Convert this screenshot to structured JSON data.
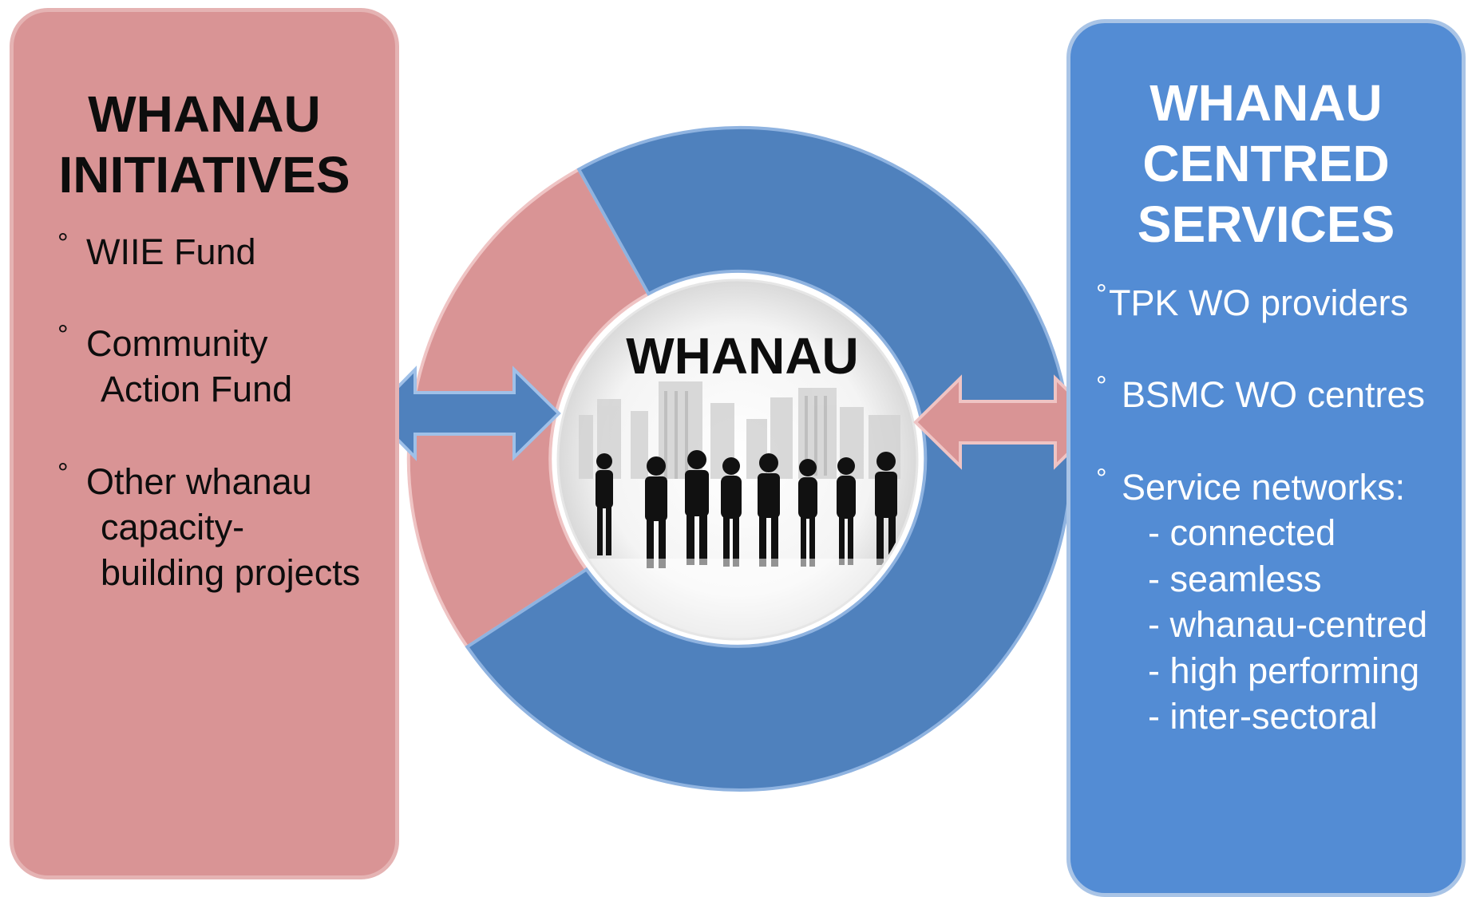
{
  "left_panel": {
    "title_lines": [
      "WHANAU",
      "INITIATIVES"
    ],
    "items": [
      {
        "lines": [
          "WIIE Fund"
        ]
      },
      {
        "lines": [
          "Community",
          "Action Fund"
        ]
      },
      {
        "lines": [
          "Other whanau",
          "capacity-",
          "building projects"
        ]
      }
    ]
  },
  "right_panel": {
    "title_lines": [
      "WHANAU",
      "CENTRED",
      "SERVICES"
    ],
    "items": [
      {
        "lines": [
          "TPK WO providers"
        ]
      },
      {
        "lines": [
          "BSMC WO centres"
        ]
      },
      {
        "lines": [
          "Service networks:"
        ]
      }
    ],
    "sub_items": [
      "- connected",
      "- seamless",
      "- whanau-centred",
      "- high performing",
      "- inter-sectoral"
    ]
  },
  "center": {
    "label": "WHANAU",
    "image_icon": "group-of-people-silhouette-icon"
  },
  "bullet_glyph": "°",
  "colors": {
    "pink": "#d99495",
    "pink_border": "#e5b3b3",
    "blue": "#538cd4",
    "ring_blue": "#4f81bd",
    "ring_pink": "#d99495"
  }
}
